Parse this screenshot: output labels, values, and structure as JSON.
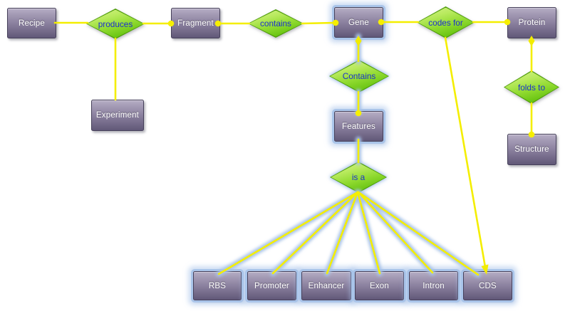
{
  "colors": {
    "background": "#ffffff",
    "entity_fill_top": "#b6aec5",
    "entity_fill_bottom": "#615878",
    "entity_border": "#46405a",
    "entity_text": "#ffffff",
    "relation_fill_top": "#d4f08a",
    "relation_fill_bottom": "#55af07",
    "relation_border": "#4f9d0b",
    "relation_text": "#1c31cf",
    "connector_yellow": "#f4ee00",
    "selection_glow_blue": "#a8c3e6"
  },
  "entities": {
    "recipe": {
      "label": "Recipe"
    },
    "fragment": {
      "label": "Fragment"
    },
    "gene": {
      "label": "Gene"
    },
    "protein": {
      "label": "Protein"
    },
    "experiment": {
      "label": "Experiment"
    },
    "features": {
      "label": "Features"
    },
    "structure": {
      "label": "Structure"
    },
    "rbs": {
      "label": "RBS"
    },
    "promoter": {
      "label": "Promoter"
    },
    "enhancer": {
      "label": "Enhancer"
    },
    "exon": {
      "label": "Exon"
    },
    "intron": {
      "label": "Intron"
    },
    "cds": {
      "label": "CDS"
    }
  },
  "relationships": {
    "produces": {
      "label": "produces"
    },
    "contains": {
      "label": "contains"
    },
    "contains_features": {
      "label": "Contains"
    },
    "codes_for": {
      "label": "codes for"
    },
    "is_a": {
      "label": "is a"
    },
    "folds_to": {
      "label": "folds to"
    }
  },
  "edges": [
    [
      "Recipe",
      "produces"
    ],
    [
      "produces",
      "Fragment"
    ],
    [
      "produces",
      "Experiment"
    ],
    [
      "Fragment",
      "contains"
    ],
    [
      "contains",
      "Gene"
    ],
    [
      "Gene",
      "codes for"
    ],
    [
      "codes for",
      "Protein"
    ],
    [
      "codes for",
      "CDS"
    ],
    [
      "Contains",
      "Gene"
    ],
    [
      "Contains",
      "Features"
    ],
    [
      "Features",
      "is a"
    ],
    [
      "is a",
      "RBS"
    ],
    [
      "is a",
      "Promoter"
    ],
    [
      "is a",
      "Enhancer"
    ],
    [
      "is a",
      "Exon"
    ],
    [
      "is a",
      "Intron"
    ],
    [
      "is a",
      "CDS"
    ],
    [
      "folds to",
      "Protein"
    ],
    [
      "folds to",
      "Structure"
    ]
  ]
}
